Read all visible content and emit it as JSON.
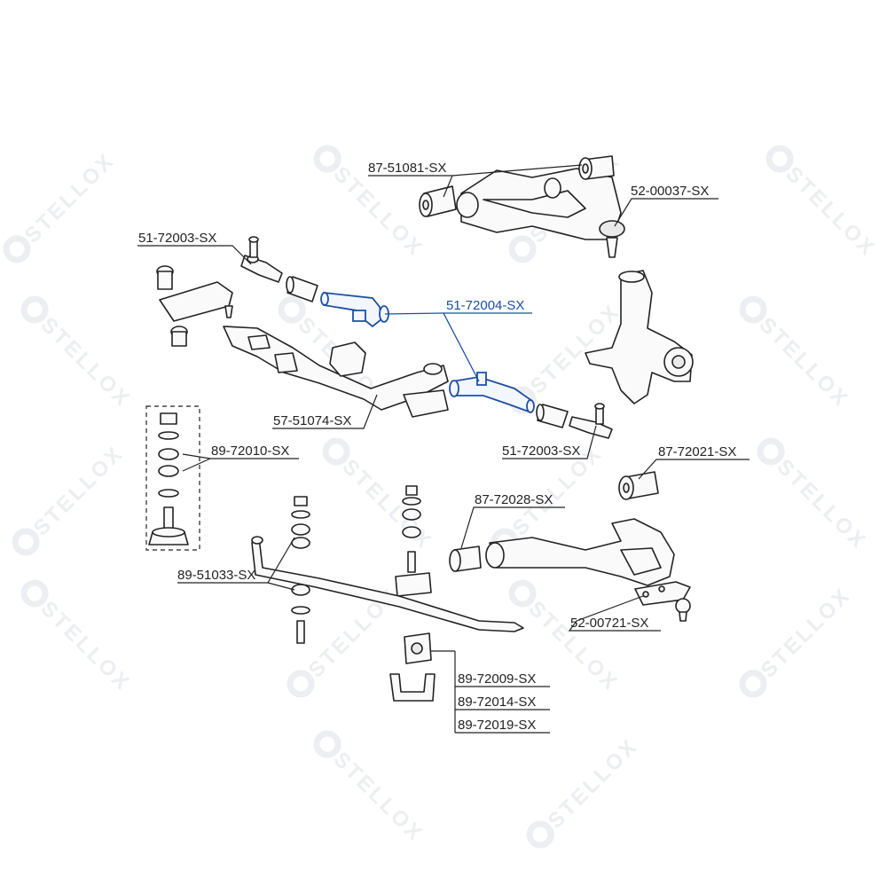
{
  "watermark": {
    "text": "STELLOX"
  },
  "labels": {
    "upper_arm_bushing": "87-51081-SX",
    "upper_arm": "52-00037-SX",
    "tie_rod_end_left": "51-72003-SX",
    "tie_rod": "51-72004-SX",
    "center_link": "57-51074-SX",
    "tie_rod_end_right": "51-72003-SX",
    "lower_arm_bushing": "87-72021-SX",
    "idler_kit": "89-72010-SX",
    "strut_bushing": "87-72028-SX",
    "stabilizer_link": "89-51033-SX",
    "lower_ball_joint": "52-00721-SX",
    "stab_bushing_1": "89-72009-SX",
    "stab_bushing_2": "89-72014-SX",
    "stab_bushing_3": "89-72019-SX"
  },
  "colors": {
    "highlight": "#1c4fa3",
    "line": "#222222",
    "watermark": "#eceef1"
  }
}
